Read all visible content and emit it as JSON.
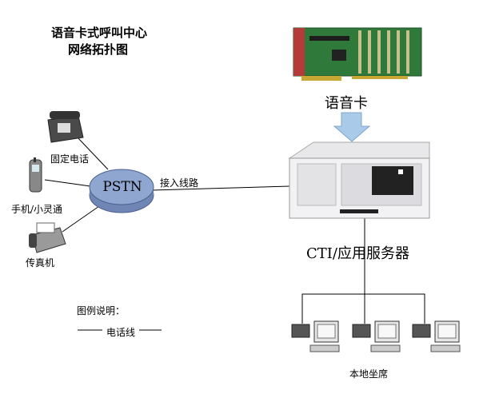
{
  "title": [
    "语音卡式呼叫中心",
    "网络拓扑图"
  ],
  "nodes": {
    "voice_card": "语音卡",
    "fixed_phone": "固定电话",
    "mobile": "手机/小灵通",
    "fax": "传真机",
    "pstn": "PSTN",
    "server": "CTI/应用服务器",
    "seats": "本地坐席"
  },
  "edges": {
    "access_line": "接入线路"
  },
  "legend": {
    "title": "图例说明：",
    "phone_line": "电话线"
  },
  "colors": {
    "pstn_fill": "#8fa6d0",
    "arrow_fill": "#a9cbe9",
    "card_green": "#2f7a3a"
  }
}
